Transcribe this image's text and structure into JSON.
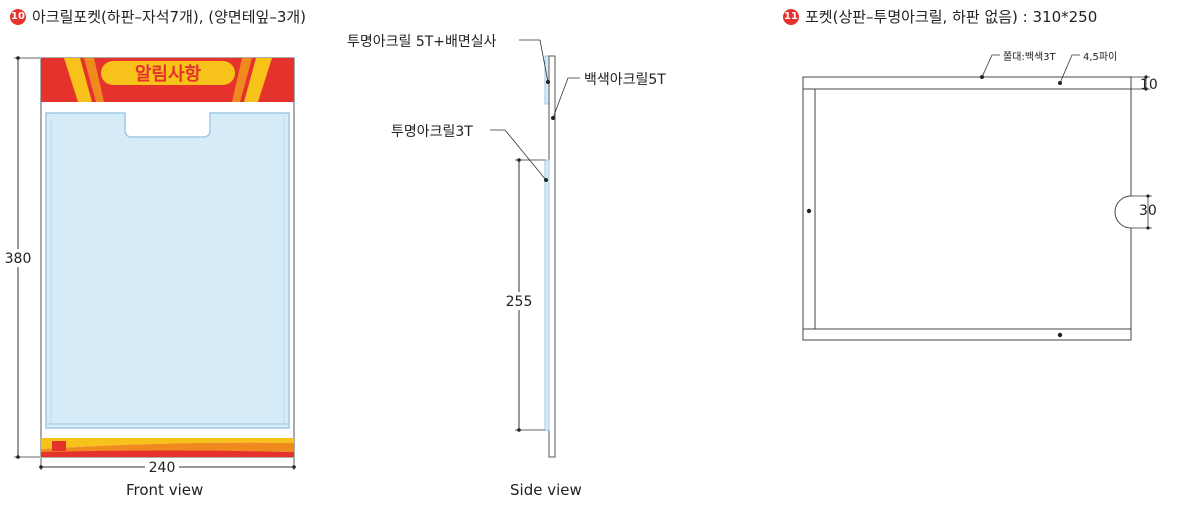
{
  "section10": {
    "badge": "10",
    "title": "아크릴포켓(하판–자석7개), (양면테잎–3개)",
    "sign_text": "알림사항",
    "dim_height": "380",
    "dim_width": "240",
    "caption": "Front view"
  },
  "side": {
    "label_top": "투명아크릴 5T+배면실사",
    "label_white": "백색아크릴5T",
    "label_clear": "투명아크릴3T",
    "dim_height": "255",
    "caption": "Side view"
  },
  "section11": {
    "badge": "11",
    "title": "포켓(상판–투명아크릴, 하판 없음) : 310*250",
    "label_bolt": "쫄대:백색3T",
    "label_pipe": "4,5파이",
    "dim_top": "10",
    "dim_notch": "30"
  },
  "colors": {
    "red": "#e5322d",
    "yellow": "#f7c21a",
    "orange": "#f08a1e",
    "acrylic": "#d6ecf8",
    "acrylic_edge": "#9fc9e4"
  }
}
